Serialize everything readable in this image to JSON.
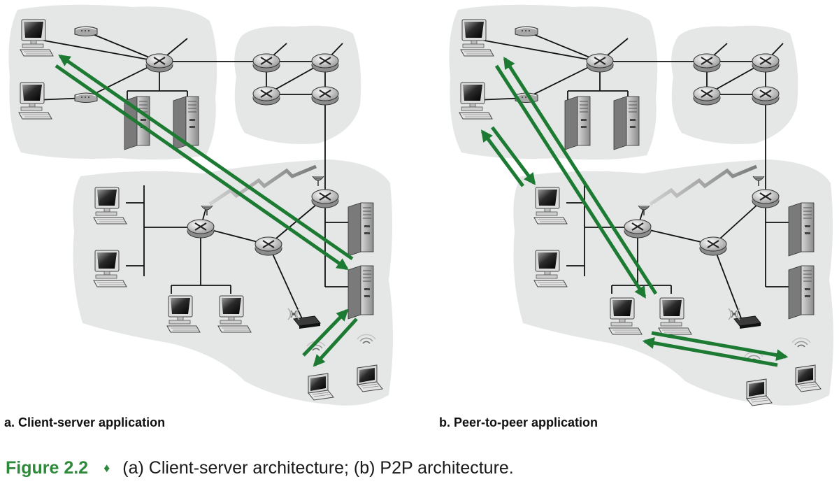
{
  "diagrams": {
    "a": {
      "caption": "a. Client-server application"
    },
    "b": {
      "caption": "b. Peer-to-peer application"
    }
  },
  "figure": {
    "label": "Figure 2.2",
    "separator": "♦",
    "text": "(a) Client-server architecture; (b) P2P architecture."
  },
  "colors": {
    "cloud": "#e4e7e6",
    "arrow": "#1d7a32",
    "link": "#111111",
    "accent": "#2e8a3a"
  },
  "icons": [
    "desktop-computer-icon",
    "server-tower-icon",
    "router-icon",
    "laptop-icon",
    "modem-icon",
    "wireless-access-point-icon",
    "cell-tower-icon",
    "wireless-link-icon"
  ]
}
